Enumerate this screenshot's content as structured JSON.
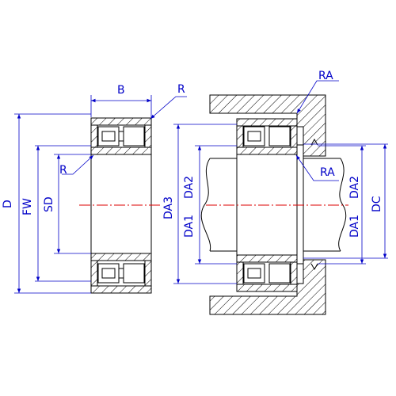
{
  "colors": {
    "outline": "#000000",
    "dimension": "#0000c8",
    "centerline": "#dd0000",
    "background": "#ffffff"
  },
  "labels": {
    "B": "B",
    "R_top": "R",
    "R_inner": "R",
    "D": "D",
    "FW": "FW",
    "SD": "SD",
    "RA_top": "RA",
    "RA_bottom": "RA",
    "DA3": "DA3",
    "DA2_left": "DA2",
    "DA1_left": "DA1",
    "DA2_right": "DA2",
    "DA1_right": "DA1",
    "DC": "DC"
  }
}
